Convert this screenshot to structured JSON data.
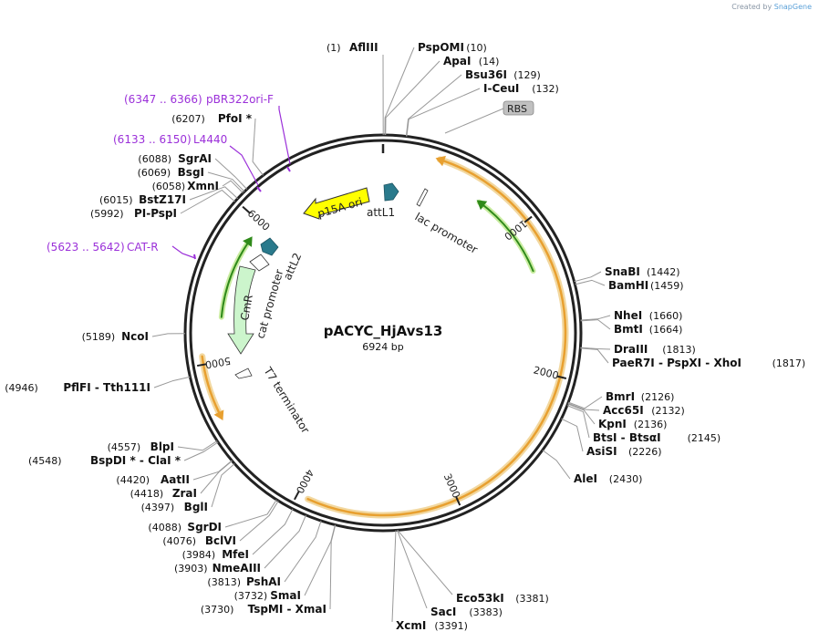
{
  "header": {
    "created_by": "Created by",
    "brand": "SnapGene"
  },
  "plasmid": {
    "name": "pACYC_HjAvs13",
    "length_label": "6924 bp",
    "total_bp": 6924
  },
  "ruler": {
    "labels": [
      "1000",
      "2000",
      "3000",
      "4000",
      "5000",
      "6000"
    ]
  },
  "features": [
    {
      "name": "p15A ori",
      "color": "#ffff00"
    },
    {
      "name": "attL1",
      "color": "#2a7a8c"
    },
    {
      "name": "lac promoter",
      "color": "#ffffff"
    },
    {
      "name": "attL2",
      "color": "#2a7a8c"
    },
    {
      "name": "CmR",
      "color": "#ccf5cc"
    },
    {
      "name": "cat promoter",
      "color": "#ffffff"
    },
    {
      "name": "T7 terminator",
      "color": "#ffffff"
    },
    {
      "name": "RBS",
      "color": "#c0c0c0"
    }
  ],
  "primers": [
    {
      "range": "(6347 .. 6366)",
      "name": "pBR322ori-F"
    },
    {
      "range": "(6133 .. 6150)",
      "name": "L4440"
    },
    {
      "range": "(5623 .. 5642)",
      "name": "CAT-R"
    }
  ],
  "sites_right": [
    {
      "names": "AflIII",
      "pos": "(1)"
    },
    {
      "names": "PspOMI",
      "pos": "(10)"
    },
    {
      "names": "ApaI",
      "pos": "(14)"
    },
    {
      "names": "Bsu36I",
      "pos": "(129)"
    },
    {
      "names": "I-CeuI",
      "pos": "(132)"
    },
    {
      "names": "SnaBI",
      "pos": "(1442)"
    },
    {
      "names": "BamHI",
      "pos": "(1459)"
    },
    {
      "names": "NheI",
      "pos": "(1660)"
    },
    {
      "names": "BmtI",
      "pos": "(1664)"
    },
    {
      "names": "DraIII",
      "pos": "(1813)"
    },
    {
      "names": "PaeR7I  - PspXI  - XhoI",
      "pos": "(1817)"
    },
    {
      "names": "BmrI",
      "pos": "(2126)"
    },
    {
      "names": "Acc65I",
      "pos": "(2132)"
    },
    {
      "names": "KpnI",
      "pos": "(2136)"
    },
    {
      "names": "BtsI  - BtsαI",
      "pos": "(2145)"
    },
    {
      "names": "AsiSI",
      "pos": "(2226)"
    },
    {
      "names": "AleI",
      "pos": "(2430)"
    },
    {
      "names": "Eco53kI",
      "pos": "(3381)"
    },
    {
      "names": "SacI",
      "pos": "(3383)"
    },
    {
      "names": "XcmI",
      "pos": "(3391)"
    }
  ],
  "sites_left": [
    {
      "names": "PfoI *",
      "pos": "(6207)"
    },
    {
      "names": "SgrAI",
      "pos": "(6088)"
    },
    {
      "names": "BsgI",
      "pos": "(6069)"
    },
    {
      "names": "XmnI",
      "pos": "(6058)"
    },
    {
      "names": "BstZ17I",
      "pos": "(6015)"
    },
    {
      "names": "PI-PspI",
      "pos": "(5992)"
    },
    {
      "names": "NcoI",
      "pos": "(5189)"
    },
    {
      "names": "PflFI  - Tth111I",
      "pos": "(4946)"
    },
    {
      "names": "BlpI",
      "pos": "(4557)"
    },
    {
      "names": "BspDI *  - ClaI *",
      "pos": "(4548)"
    },
    {
      "names": "AatII",
      "pos": "(4420)"
    },
    {
      "names": "ZraI",
      "pos": "(4418)"
    },
    {
      "names": "BglI",
      "pos": "(4397)"
    },
    {
      "names": "SgrDI",
      "pos": "(4088)"
    },
    {
      "names": "BclVI",
      "pos": "(4076)"
    },
    {
      "names": "MfeI",
      "pos": "(3984)"
    },
    {
      "names": "NmeAIII",
      "pos": "(3903)"
    },
    {
      "names": "PshAI",
      "pos": "(3813)"
    },
    {
      "names": "SmaI",
      "pos": "(3732)"
    },
    {
      "names": "TspMI  - XmaI",
      "pos": "(3730)"
    }
  ]
}
